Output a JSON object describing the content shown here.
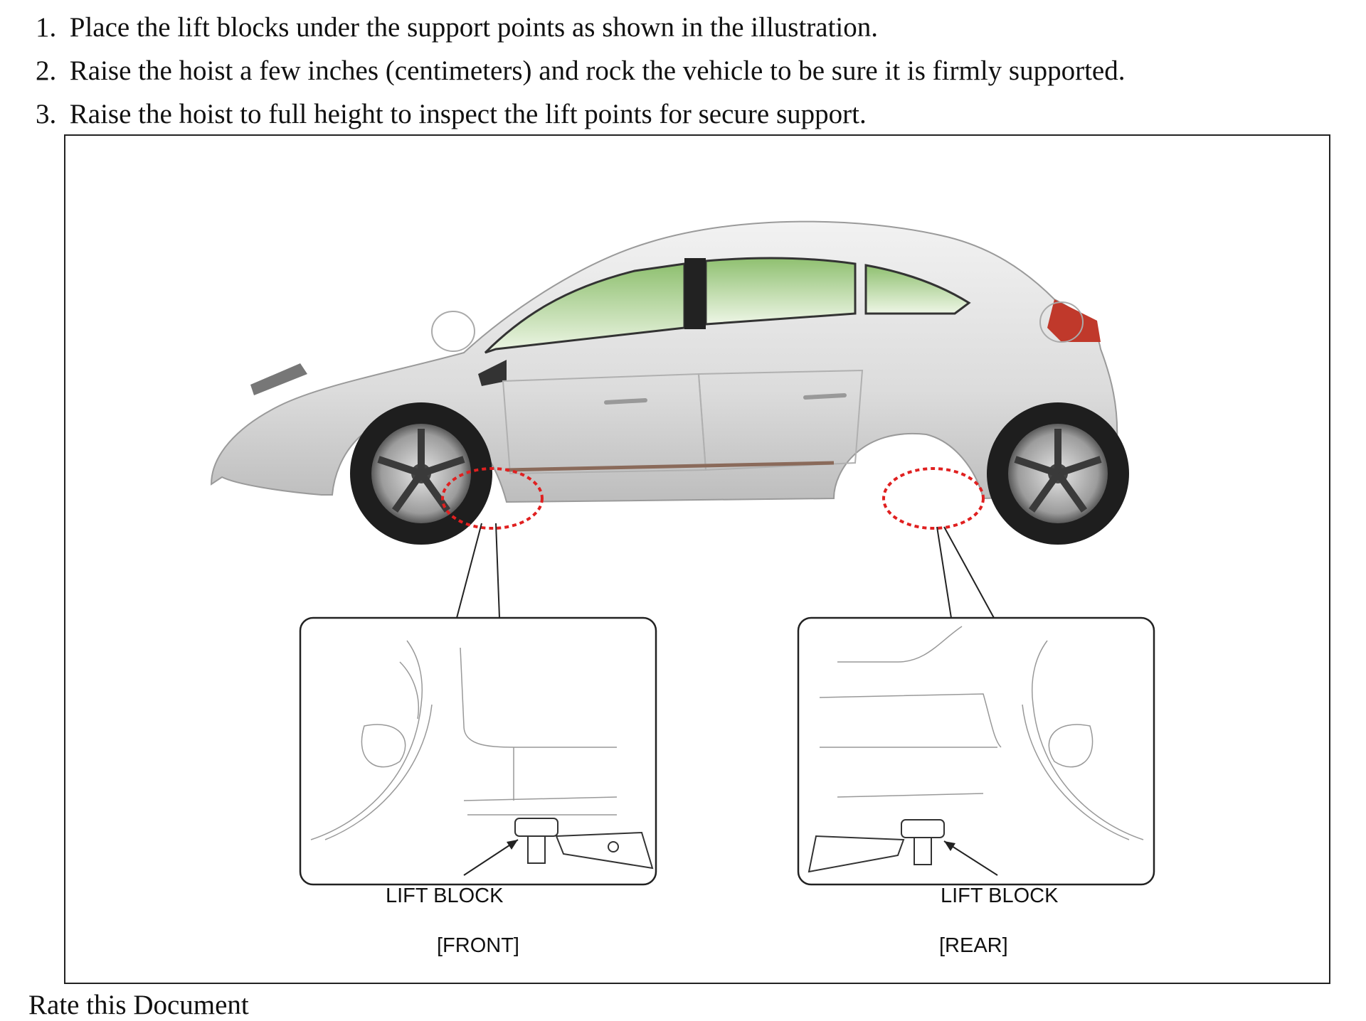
{
  "steps": [
    {
      "number": "1.",
      "text": "Place the lift blocks under the support points as shown in the illustration."
    },
    {
      "number": "2.",
      "text": "Raise the hoist a few inches (centimeters) and rock the vehicle to be sure it is firmly supported."
    },
    {
      "number": "3.",
      "text": "Raise the hoist to full height to inspect the lift points for secure support."
    }
  ],
  "figure": {
    "front_callout": {
      "label": "LIFT BLOCK",
      "caption": "[FRONT]"
    },
    "rear_callout": {
      "label": "LIFT BLOCK",
      "caption": "[REAR]"
    }
  },
  "footer": {
    "cut_off_text": "Rate this Document"
  },
  "colors": {
    "car_body": "#dcdcdc",
    "window_tint": "#a9cf8a",
    "highlight_circle": "#e02020",
    "taillight": "#c0392b"
  }
}
